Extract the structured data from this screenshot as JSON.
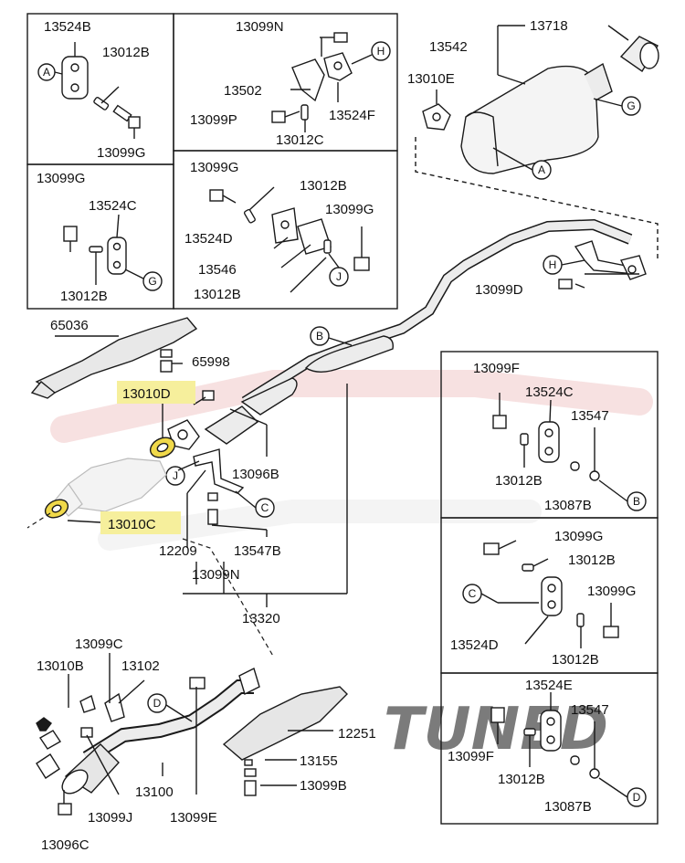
{
  "labels": {
    "p13524B_a": "13524B",
    "p13012B_a": "13012B",
    "p13099G_a": "13099G",
    "p13099N_a": "13099N",
    "p13502": "13502",
    "p13524F": "13524F",
    "p13099P": "13099P",
    "p13012C": "13012C",
    "p13718": "13718",
    "p13542": "13542",
    "p13010E": "13010E",
    "p13099G_b": "13099G",
    "p13524C_a": "13524C",
    "p13012B_b": "13012B",
    "p13099G_c": "13099G",
    "p13012B_c": "13012B",
    "p13099G_d": "13099G",
    "p13524D_a": "13524D",
    "p13546": "13546",
    "p13012B_d": "13012B",
    "p13099D": "13099D",
    "p65036": "65036",
    "p65998": "65998",
    "p13010D": "13010D",
    "p13096B": "13096B",
    "p13010C": "13010C",
    "p12209": "12209",
    "p13547B": "13547B",
    "p13099N_b": "13099N",
    "p13320": "13320",
    "p13099F_a": "13099F",
    "p13524C_b": "13524C",
    "p13547_a": "13547",
    "p13012B_e": "13012B",
    "p13087B_a": "13087B",
    "p13099G_e": "13099G",
    "p13012B_f": "13012B",
    "p13099G_f": "13099G",
    "p13524D_b": "13524D",
    "p13012B_g": "13012B",
    "p13524E": "13524E",
    "p13547_b": "13547",
    "p13099F_b": "13099F",
    "p13012B_h": "13012B",
    "p13087B_b": "13087B",
    "p13099C": "13099C",
    "p13010B": "13010B",
    "p13102": "13102",
    "p12251": "12251",
    "p13155": "13155",
    "p13099B": "13099B",
    "p13100": "13100",
    "p13099J": "13099J",
    "p13099E": "13099E",
    "p13096C": "13096C"
  },
  "callouts": {
    "A": "A",
    "B": "B",
    "C": "C",
    "D": "D",
    "G": "G",
    "H": "H",
    "J": "J"
  },
  "watermark": "TUNED",
  "colors": {
    "line": "#1a1a1a",
    "highlight": "#f6ef9c",
    "gasket_fill": "#f0d94a",
    "pipe_fill": "#e6e6e6",
    "watermark": "#e2e2e2",
    "watermark_red": "#f1c9c9"
  }
}
